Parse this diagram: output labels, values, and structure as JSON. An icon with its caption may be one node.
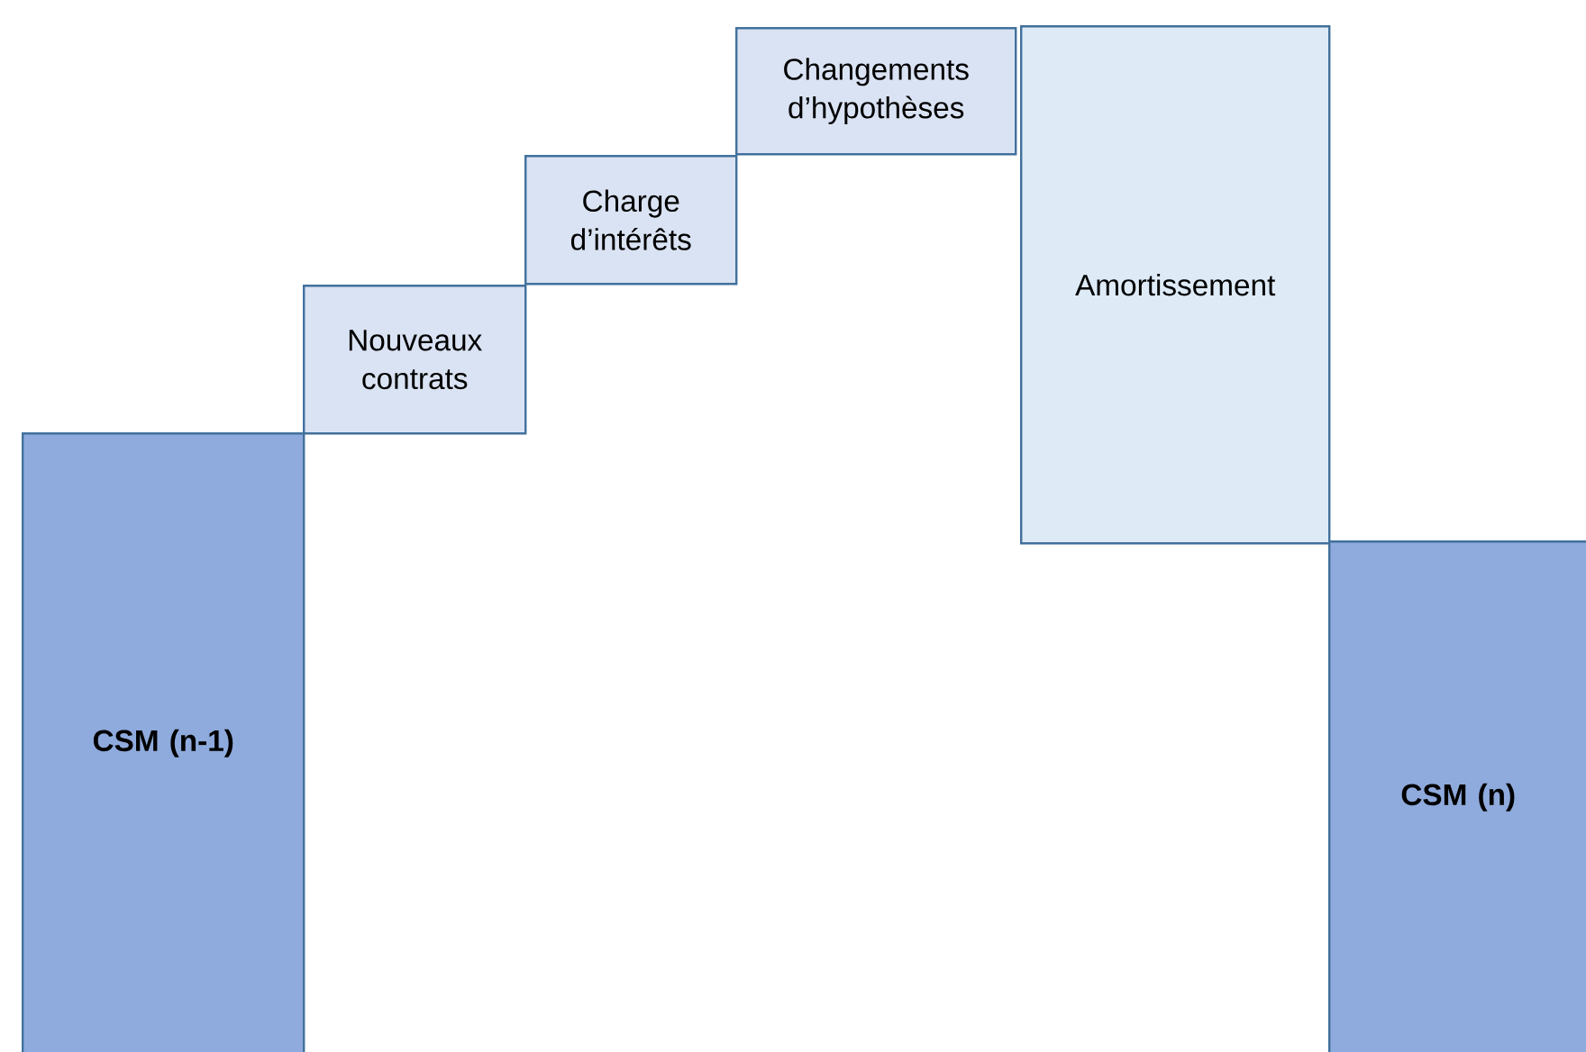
{
  "diagram": {
    "nodes": [
      {
        "text": [
          "CSM (n-1)"
        ]
      },
      {
        "text": [
          "Nouveaux contrats"
        ]
      },
      {
        "text": [
          "Charge d’intérêts"
        ]
      },
      {
        "text": [
          "Changements d’hypothèses"
        ]
      },
      {
        "text": [
          "Amortissement"
        ]
      },
      {
        "text": [
          "CSM (n)"
        ]
      }
    ]
  }
}
